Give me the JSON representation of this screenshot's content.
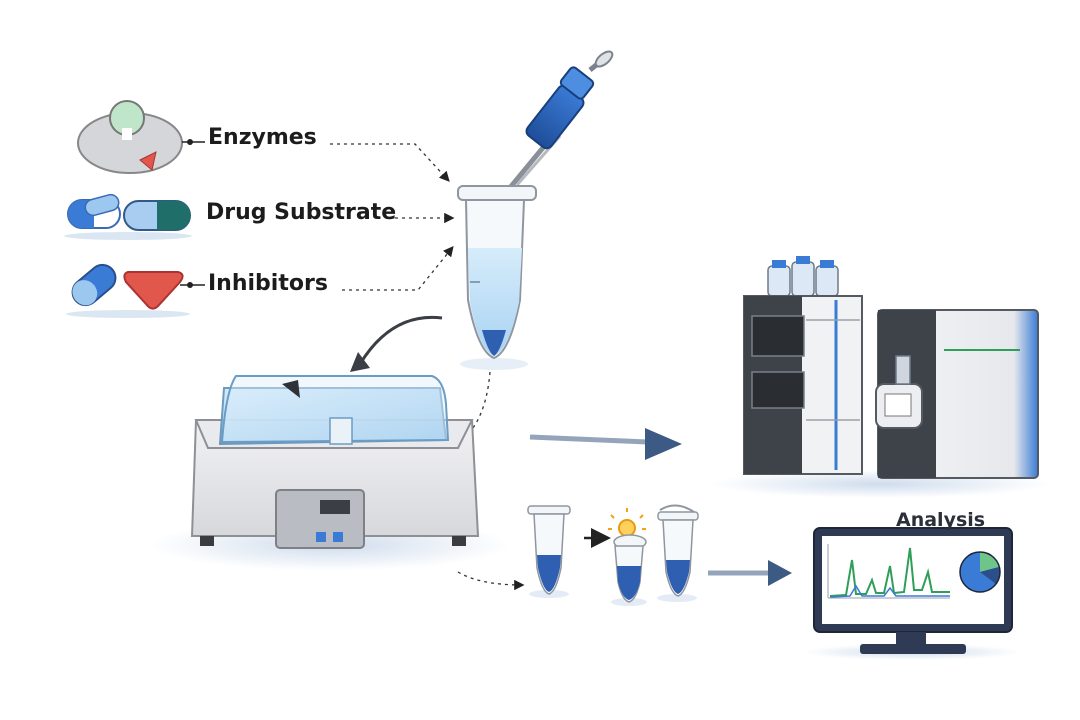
{
  "labels": {
    "enzymes": "Enzymes",
    "drug_substrate": "Drug Substrate",
    "inhibitors": "Inhibitors",
    "analysis": "Analysis"
  },
  "colors": {
    "blue_dark": "#1f4e9a",
    "blue_mid": "#3a7bd5",
    "blue_light": "#9cc8ef",
    "liquid": "#b9dcf5",
    "arrow": "#3c5a84",
    "green": "#2e9e58",
    "red": "#e2574c",
    "gray": "#d9dade"
  },
  "icons": [
    "enzyme-icon",
    "capsule-icon",
    "inhibitor-icon",
    "pipette-icon",
    "microcentrifuge-tube-icon",
    "water-bath-icon",
    "hplc-ms-instrument-icon",
    "lightbulb-icon",
    "monitor-icon",
    "chromatogram-icon",
    "pie-chart-icon"
  ]
}
